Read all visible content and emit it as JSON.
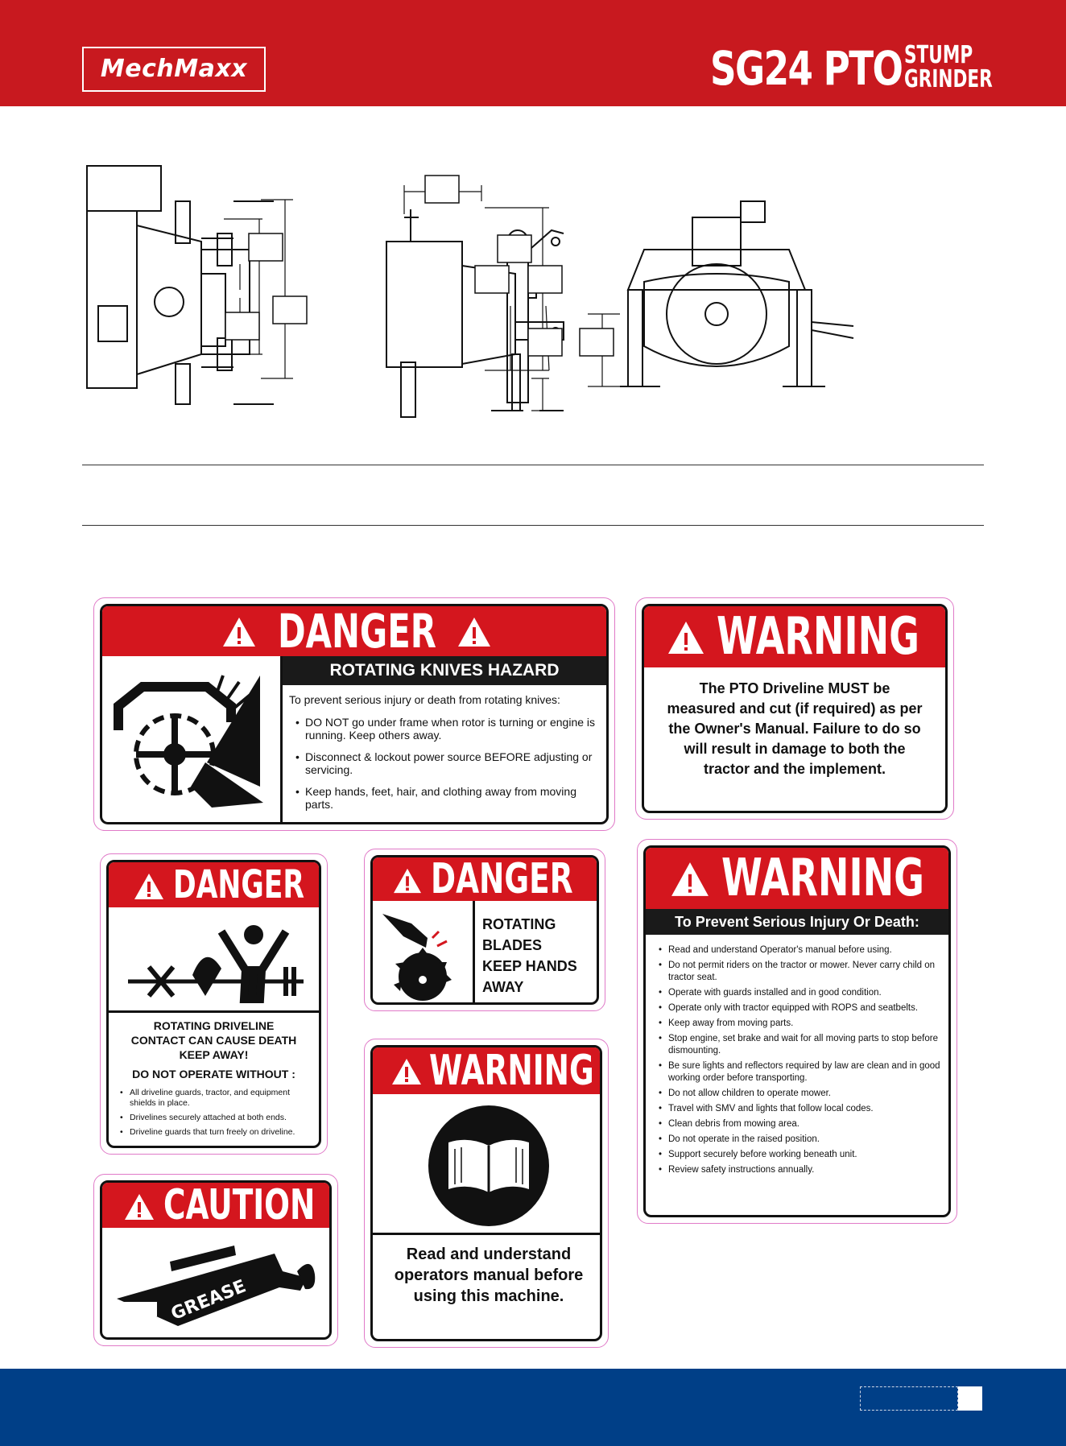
{
  "header": {
    "brand": "MechMaxx",
    "title": "SG24 PTO",
    "subtitle_line1": "STUMP",
    "subtitle_line2": "GRINDER"
  },
  "decals": {
    "danger_knives": {
      "heading": "DANGER",
      "subheading": "ROTATING KNIVES HAZARD",
      "intro": "To prevent serious injury or death from rotating knives:",
      "items": [
        "DO NOT go under frame when rotor is turning or engine is running. Keep others away.",
        "Disconnect & lockout power source BEFORE adjusting or servicing.",
        "Keep hands, feet, hair, and clothing away from moving parts."
      ]
    },
    "warning_pto": {
      "heading": "WARNING",
      "text": "The PTO Driveline MUST be measured and cut (if required) as per the Owner's Manual. Failure to do so will result in damage to both the tractor and the implement."
    },
    "danger_driveline": {
      "heading": "DANGER",
      "line1": "ROTATING DRIVELINE",
      "line2": "CONTACT CAN CAUSE DEATH",
      "line3": "KEEP AWAY!",
      "line4": "DO NOT OPERATE WITHOUT :",
      "items": [
        "All driveline guards, tractor, and equipment shields in place.",
        "Drivelines securely attached at both ends.",
        "Driveline guards that turn freely on driveline."
      ]
    },
    "danger_blades": {
      "heading": "DANGER",
      "line1": "ROTATING",
      "line2": "BLADES",
      "line3": "KEEP HANDS",
      "line4": "AWAY"
    },
    "warning_manual": {
      "heading": "WARNING",
      "text": "Read and understand operators manual before using this machine."
    },
    "caution_grease": {
      "heading": "CAUTION",
      "grease_label": "GREASE"
    },
    "warning_safety": {
      "heading": "WARNING",
      "subheading": "To Prevent Serious Injury Or Death:",
      "items": [
        "Read and understand Operator's manual before using.",
        "Do not permit riders on the tractor or mower.  Never carry child on tractor seat.",
        "Operate with guards installed and in good condition.",
        "Operate only with tractor equipped with ROPS and seatbelts.",
        "Keep away from moving parts.",
        "Stop engine, set brake and wait for all moving parts to stop before dismounting.",
        "Be sure lights and reflectors required by law are clean and in good working order before transporting.",
        "Do not allow children to operate mower.",
        "Travel with SMV and lights that follow local codes.",
        "Clean debris from mowing area.",
        "Do not operate in the raised position.",
        "Support securely before working beneath unit.",
        "Review safety instructions annually."
      ]
    }
  },
  "icons": [
    "warning-triangle-icon",
    "rotor-icon",
    "saw-blade-icon",
    "manual-book-icon",
    "grease-gun-icon",
    "driveline-icon"
  ],
  "colors": {
    "brand_red": "#c8191f",
    "decal_red": "#d4161e",
    "footer_blue": "#003f87"
  }
}
